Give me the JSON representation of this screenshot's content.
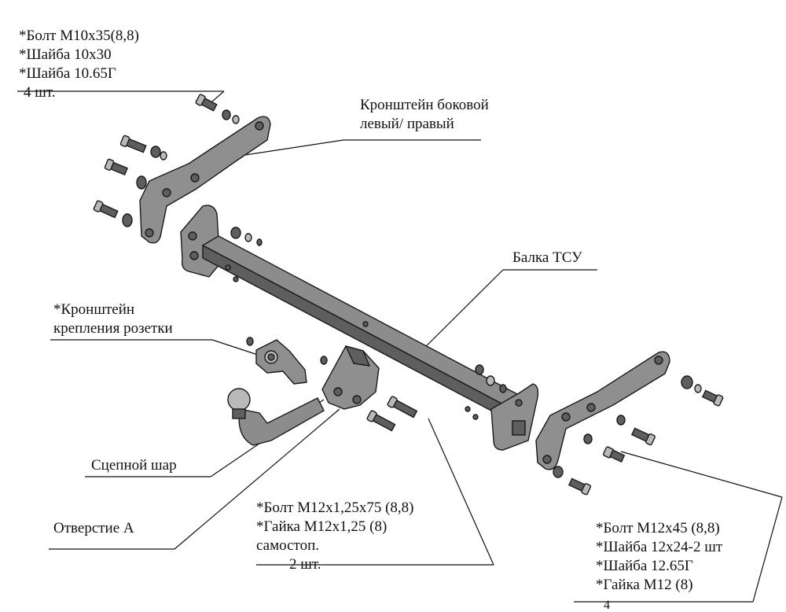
{
  "labels": {
    "top_left": {
      "lines": [
        "*Болт М10х35(8,8)",
        "*Шайба 10х30",
        "*Шайба 10.65Г"
      ],
      "qty": "4 шт."
    },
    "side_bracket": {
      "lines": [
        "Кронштейн боковой",
        "левый/ правый"
      ]
    },
    "beam": {
      "text": "Балка ТСУ"
    },
    "socket_bracket": {
      "lines": [
        "*Кронштейн",
        "крепления розетки"
      ]
    },
    "tow_ball": {
      "text": "Сцепной шар"
    },
    "hole_a": {
      "text": "Отверстие А"
    },
    "center_bolts": {
      "lines": [
        "*Болт М12х1,25х75 (8,8)",
        "*Гайка М12х1,25  (8)",
        "самостоп."
      ],
      "qty": "2 шт."
    },
    "right_bolts": {
      "lines": [
        "*Болт М12х45 (8,8)",
        "*Шайба 12х24-2 шт",
        "*Шайба 12.65Г",
        "*Гайка М12 (8)"
      ],
      "qty": "4"
    }
  },
  "colors": {
    "part_fill": "#8c8c8c",
    "part_dark": "#5e5e5e",
    "outline": "#1a1a1a",
    "background": "#ffffff"
  }
}
